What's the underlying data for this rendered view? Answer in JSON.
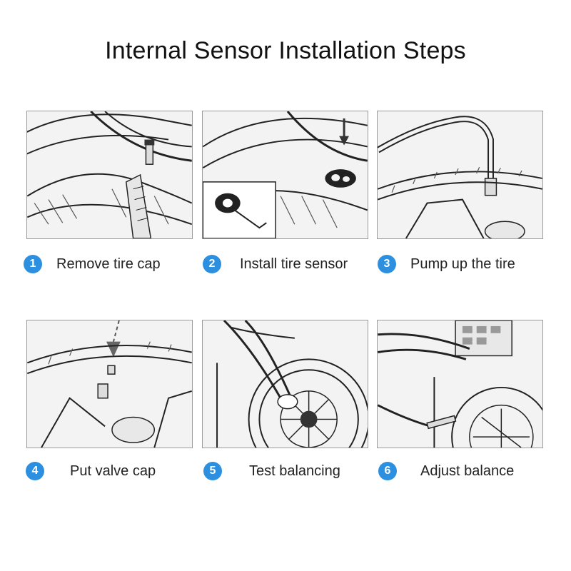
{
  "title": "Internal Sensor Installation Steps",
  "steps": [
    {
      "number": "1",
      "label": "Remove tire cap"
    },
    {
      "number": "2",
      "label": "Install tire sensor"
    },
    {
      "number": "3",
      "label": "Pump up the tire"
    },
    {
      "number": "4",
      "label": "Put valve cap"
    },
    {
      "number": "5",
      "label": "Test balancing"
    },
    {
      "number": "6",
      "label": "Adjust balance"
    }
  ],
  "colors": {
    "badge": "#2d8fe0",
    "panel_bg": "#f3f3f3",
    "line_art": "#222222"
  }
}
